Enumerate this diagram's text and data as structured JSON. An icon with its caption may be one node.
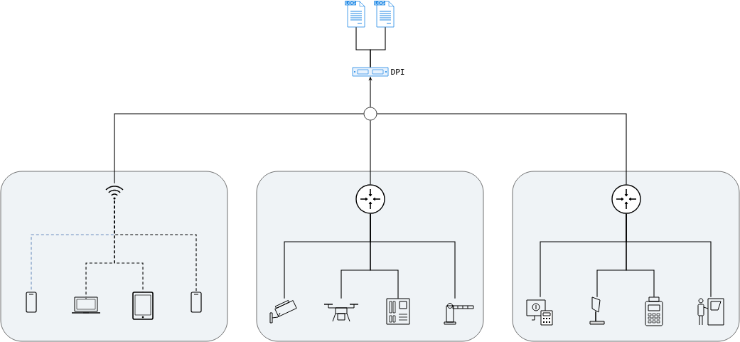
{
  "diagram": {
    "nodes": [
      {
        "text": [
          "LOG"
        ]
      },
      {
        "text": [
          "LOG"
        ]
      },
      {
        "text": [],
        "shape": "picture",
        "beside": [
          "DPI"
        ]
      },
      {
        "text": [],
        "shape": "circle"
      },
      {
        "text": [],
        "shape": "box"
      },
      {
        "text": [],
        "shape": "box"
      },
      {
        "text": [],
        "shape": "box"
      },
      {
        "text": [],
        "shape": "picture",
        "in": 4
      },
      {
        "text": [],
        "shape": "picture",
        "in": 4
      },
      {
        "text": [],
        "shape": "picture",
        "in": 4
      },
      {
        "text": [],
        "shape": "picture",
        "in": 4
      },
      {
        "text": [],
        "shape": "picture",
        "in": 4
      },
      {
        "text": [],
        "shape": "picture",
        "in": 5
      },
      {
        "text": [],
        "shape": "picture",
        "in": 5
      },
      {
        "text": [],
        "shape": "picture",
        "in": 5
      },
      {
        "text": [],
        "shape": "picture",
        "in": 5
      },
      {
        "text": [],
        "shape": "picture",
        "in": 5
      },
      {
        "text": [],
        "shape": "picture",
        "in": 6
      },
      {
        "text": [],
        "shape": "picture",
        "in": 6
      },
      {
        "text": [],
        "shape": "picture",
        "in": 6
      },
      {
        "text": [],
        "shape": "picture",
        "in": 6
      },
      {
        "text": [],
        "shape": "picture",
        "in": 6
      }
    ],
    "edges": [
      {
        "from": 0,
        "to": 2,
        "arrow": "none"
      },
      {
        "from": 1,
        "to": 2,
        "arrow": "none"
      },
      {
        "from": 3,
        "to": 2,
        "arrow": "to"
      },
      {
        "from": 3,
        "to": 7,
        "arrow": "none"
      },
      {
        "from": 3,
        "to": 12,
        "arrow": "none"
      },
      {
        "from": 3,
        "to": 17,
        "arrow": "none"
      },
      {
        "from": 7,
        "to": 8,
        "arrow": "none",
        "style": "dashed",
        "color": "#6c8ebf"
      },
      {
        "from": 7,
        "to": 9,
        "arrow": "none",
        "style": "dashed"
      },
      {
        "from": 7,
        "to": 10,
        "arrow": "none",
        "style": "dashed"
      },
      {
        "from": 7,
        "to": 11,
        "arrow": "none",
        "style": "dashed"
      },
      {
        "from": 12,
        "to": 13,
        "arrow": "none"
      },
      {
        "from": 12,
        "to": 14,
        "arrow": "none"
      },
      {
        "from": 12,
        "to": 15,
        "arrow": "none"
      },
      {
        "from": 12,
        "to": 16,
        "arrow": "none"
      },
      {
        "from": 17,
        "to": 18,
        "arrow": "none"
      },
      {
        "from": 17,
        "to": 19,
        "arrow": "none"
      },
      {
        "from": 17,
        "to": 20,
        "arrow": "none"
      },
      {
        "from": 17,
        "to": 21,
        "arrow": "none"
      }
    ]
  }
}
